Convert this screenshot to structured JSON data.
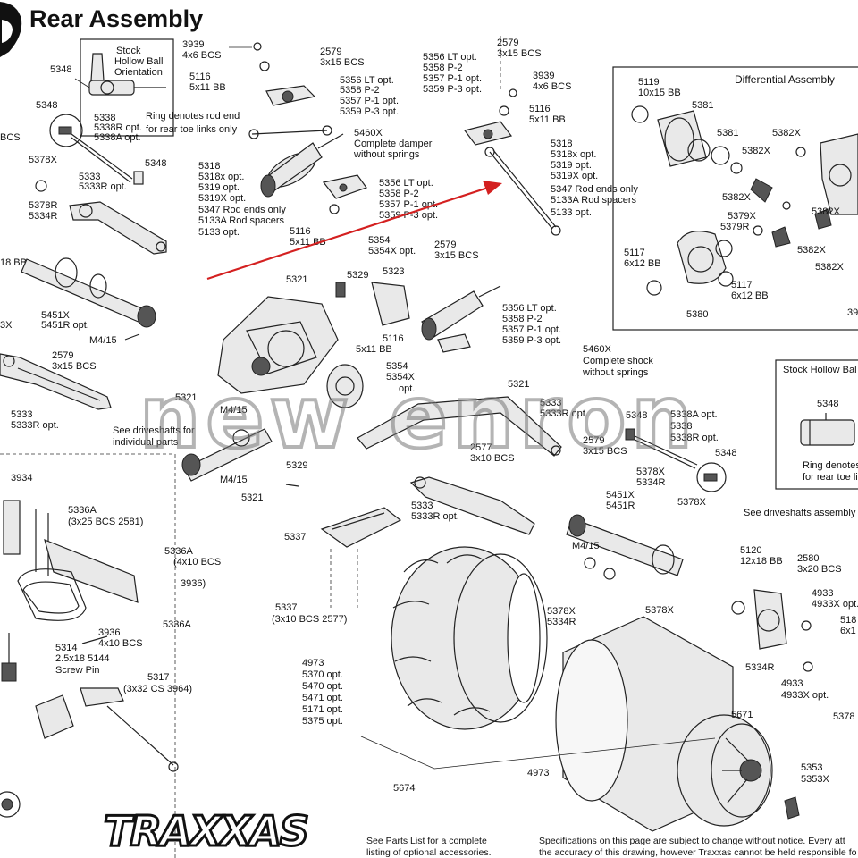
{
  "title": "Rear Assembly",
  "labels": {
    "stock_ball_1": "Stock",
    "stock_ball_2": "Hollow Ball",
    "stock_ball_3": "Orientation",
    "p5348_a": "5348",
    "p5348_b": "5348",
    "p5348_c": "5348",
    "p5338": "5338",
    "p5338R": "5338R opt.",
    "p5338A": "5338A opt.",
    "ring_note_1": "Ring denotes rod end",
    "ring_note_2": "for rear toe links only",
    "bcs_left": "BCS",
    "p5378X_a": "5378X",
    "p5378R": "5378R",
    "p5334R": "5334R",
    "p5333_a": "5333",
    "p5333R_a": "5333R opt.",
    "p18bb": "18 BB",
    "p5451X_a": "5451X",
    "p5451R_a": "5451R opt.",
    "m415_a": "M4/15",
    "p2579_a": "2579",
    "p3x15bcs_a": "3x15 BCS",
    "p5333_b": "5333",
    "p5333R_b": "5333R opt.",
    "p3x_left": "3X",
    "p3939_a": "3939",
    "p4x6bcs_a": "4x6 BCS",
    "p5116_a": "5116",
    "p5x11bb_a": "5x11 BB",
    "p2579_b": "2579",
    "p3x15bcs_b": "3x15 BCS",
    "p5356lt_a": "5356 LT opt.",
    "p5358p2_a": "5358 P-2",
    "p5357p1_a": "5357 P-1 opt.",
    "p5359p3_a": "5359 P-3 opt.",
    "p5460x_a": "5460X",
    "damper_1": "Complete damper",
    "damper_2": "without springs",
    "p5318_a": "5318",
    "p5318x_a": "5318x opt.",
    "p5319_a": "5319 opt.",
    "p5319x_a": "5319X opt.",
    "p5347_a": "5347 Rod ends only",
    "p5133a_a": "5133A Rod spacers",
    "p5133_a": "5133 opt.",
    "p5356lt_b": "5356 LT opt.",
    "p5358p2_b": "5358 P-2",
    "p5357p1_b": "5357 P-1 opt.",
    "p5359p3_b": "5359 P-3 opt.",
    "p5116_b": "5116",
    "p5x11bb_b": "5x11 BB",
    "p5354_a": "5354",
    "p5354x_a": "5354X opt.",
    "p2579_c": "2579",
    "p3x15bcs_c": "3x15 BCS",
    "p5321_a": "5321",
    "p5329_a": "5329",
    "p5323": "5323",
    "p5356lt_c": "5356 LT opt.",
    "p5358p2_c": "5358 P-2",
    "p5357p1_c": "5357 P-1 opt.",
    "p5359p3_c": "5359 P-3 opt.",
    "p5116_c": "5116",
    "p5x11bb_c": "5x11 BB",
    "p5460x_b": "5460X",
    "shock_1": "Complete shock",
    "shock_2": "without springs",
    "p5356lt_d": "5356 LT opt.",
    "p5358p2_d": "5358 P-2",
    "p5357p1_d": "5357 P-1 opt.",
    "p5359p3_d": "5359 P-3 opt.",
    "p2579_d": "2579",
    "p3x15bcs_d": "3x15 BCS",
    "p3939_b": "3939",
    "p4x6bcs_b": "4x6 BCS",
    "p5116_d": "5116",
    "p5x11bb_d": "5x11 BB",
    "p5318_b": "5318",
    "p5318x_b": "5318x opt.",
    "p5319_b": "5319 opt.",
    "p5319x_b": "5319X opt.",
    "p5347_b": "5347 Rod ends only",
    "p5133a_b": "5133A Rod spacers",
    "p5133_b": "5133 opt.",
    "diff_title": "Differential Assembly",
    "p5119": "5119",
    "p10x15bb": "10x15 BB",
    "p5381_a": "5381",
    "p5381_b": "5381",
    "p5382x_a": "5382X",
    "p5382x_b": "5382X",
    "p5382x_c": "5382X",
    "p5382x_d": "5382X",
    "p5382x_e": "5382X",
    "p5379x": "5379X",
    "p5379r": "5379R",
    "p5117_a": "5117",
    "p6x12bb_a": "6x12 BB",
    "p5117_b": "5117",
    "p6x12bb_b": "6x12 BB",
    "p5380": "5380",
    "p39_edge": "39",
    "stock_hollow_box": "Stock Hollow Bal",
    "p5348_d": "5348",
    "ring_denotes_box": "Ring denotes",
    "for_rear_toe_box": "for rear toe li",
    "p5354_b": "5354",
    "p5354x_b": "5354X",
    "opt_b": "opt.",
    "p5321_b": "5321",
    "p5321_c": "5321",
    "p5333_c": "5333",
    "p5333R_c": "5333R opt.",
    "p5348_e": "5348",
    "p5338A_b": "5338A opt.",
    "p5338_b": "5338",
    "p5338R_b": "5338R opt.",
    "m415_b": "M4/15",
    "see_ds_1": "See driveshafts for",
    "see_ds_2": "individual parts",
    "p2577": "2577",
    "p3x10bcs_a": "3x10 BCS",
    "p2579_e": "2579",
    "p3x15bcs_e": "3x15 BCS",
    "p5348_f": "5348",
    "p5378X_b": "5378X",
    "p5334R_b": "5334R",
    "p5378X_c": "5378X",
    "see_ds_asm": "See driveshafts assembly f",
    "p5329_b": "5329",
    "m415_c": "M4/15",
    "p5321_d": "5321",
    "p3934": "3934",
    "p5336A_a": "5336A",
    "p3x25bcs": "(3x25 BCS 2581)",
    "p5336A_b": "5336A",
    "p4x10bcs_a": "(4x10 BCS",
    "p3936_a": "3936)",
    "p5336A_c": "5336A",
    "p3936_b": "3936",
    "p4x10bcs_b": "4x10 BCS",
    "p5314": "5314",
    "p2518": "2.5x18 5144",
    "screw_pin": "Screw Pin",
    "p5317": "5317",
    "p3x32cs": "(3x32 CS 3964)",
    "p5337_a": "5337",
    "p5337_b": "5337",
    "p3x10bcs_b": "(3x10 BCS 2577)",
    "p5333_d": "5333",
    "p5333R_d": "5333R opt.",
    "p5451X_b": "5451X",
    "p5451R_b": "5451R",
    "m415_d": "M4/15",
    "p5378X_d": "5378X",
    "p5334R_c": "5334R",
    "p5378X_e": "5378X",
    "p5120": "5120",
    "p12x18bb": "12x18 BB",
    "p2580": "2580",
    "p3x20bcs": "3x20 BCS",
    "p4933_a": "4933",
    "p4933x_a": "4933X opt.",
    "p518_edge": "518",
    "p6x1_edge": "6x1",
    "p5334R_d": "5334R",
    "p4933_b": "4933",
    "p4933x_b": "4933X opt.",
    "p5378_edge": "5378",
    "p4973_a": "4973",
    "p5370": "5370 opt.",
    "p5470": "5470 opt.",
    "p5471": "5471 opt.",
    "p5171": "5171 opt.",
    "p5375": "5375 opt.",
    "p5671": "5671",
    "p4973_b": "4973",
    "p5674": "5674",
    "p5353": "5353",
    "p5353x": "5353X",
    "parts_list_1": "See Parts List for a complete",
    "parts_list_2": "listing of optional accessories.",
    "spec_1": "Specifications on this page are subject to change without notice. Every att",
    "spec_2": "the accuracy of this drawing, however Traxxas cannot be held responsible fo",
    "brand_logo": "TRAXXAS",
    "watermark": "new enron"
  },
  "colors": {
    "ink": "#111111",
    "arrow": "#d42020",
    "watermark": "#777777"
  }
}
